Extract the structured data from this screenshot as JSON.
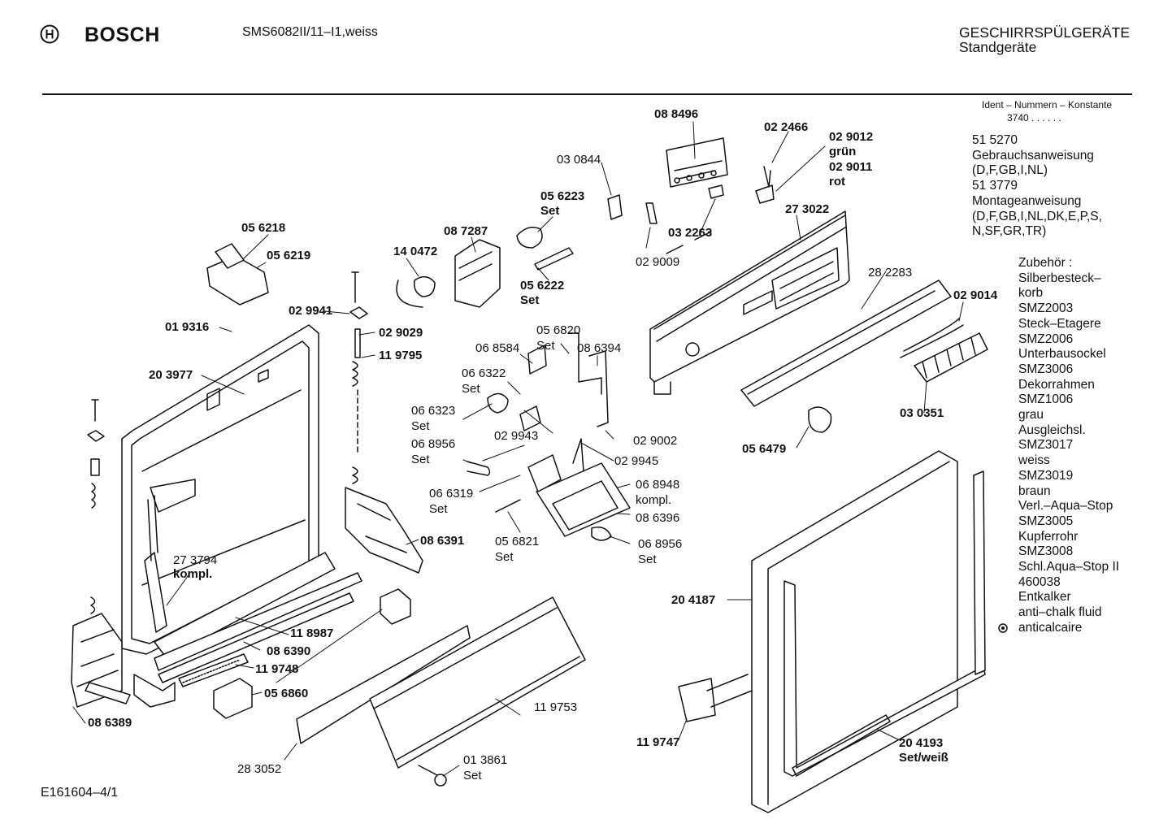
{
  "header": {
    "brand": "BOSCH",
    "model": "SMS6082II/11–I1,weiss",
    "category": "GESCHIRRSPÜLGERÄTE",
    "subcategory": "Standgeräte"
  },
  "ident": {
    "heading": "Ident – Nummern – Konstante",
    "value": "3740 .  .  .  .  .  ."
  },
  "documents": [
    "51 5270",
    "Gebrauchsanweisung",
    "(D,F,GB,I,NL)",
    "51 3779",
    "Montageanweisung",
    "(D,F,GB,I,NL,DK,E,P,S,",
    " N,SF,GR,TR)"
  ],
  "accessories": [
    "Zubehör :",
    "Silberbesteck–",
    "korb",
    "SMZ2003",
    "Steck–Etagere",
    "SMZ2006",
    "Unterbausockel",
    "SMZ3006",
    "Dekorrahmen",
    "SMZ1006",
    "grau",
    "Ausgleichsl.",
    "SMZ3017",
    "weiss",
    "SMZ3019",
    "braun",
    "Verl.–Aqua–Stop",
    "SMZ3005",
    "Kupferrohr",
    "SMZ3008",
    "Schl.Aqua–Stop II",
    "460038",
    "Entkalker",
    "anti–chalk fluid",
    "anticalcaire"
  ],
  "parts": {
    "p088496": "08 8496",
    "p022466": "02 2466",
    "p029012": "02 9012",
    "p029012_color": "grün",
    "p029011": "02 9011",
    "p029011_color": "rot",
    "p030844": "03 0844",
    "p056223": "05 6223",
    "p056223_set": "Set",
    "p032263": "03 2263",
    "p273022": "27 3022",
    "p087287": "08 7287",
    "p140472": "14 0472",
    "p029009": "02 9009",
    "p056222": "05 6222",
    "p056222_set": "Set",
    "p056218": "05 6218",
    "p056219": "05 6219",
    "p029941": "02 9941",
    "p019316": "01 9316",
    "p029029": "02 9029",
    "p119795": "11 9795",
    "p203977": "20 3977",
    "p056820": "05 6820",
    "p056820_set": "Set",
    "p068584": "06 8584",
    "p086394": "08 6394",
    "p066322": "06 6322",
    "p066322_set": "Set",
    "p066323": "06 6323",
    "p066323_set": "Set",
    "p068956a": "06 8956",
    "p068956a_set": "Set",
    "p029943": "02 9943",
    "p029002": "02 9002",
    "p029945": "02 9945",
    "p066319": "06 6319",
    "p066319_set": "Set",
    "p068948": "06 8948",
    "p068948_sub": "kompl.",
    "p086396": "08 6396",
    "p056821": "05 6821",
    "p056821_set": "Set",
    "p068956b": "06 8956",
    "p068956b_set": "Set",
    "p282283": "28 2283",
    "p029014": "02 9014",
    "p030351": "03 0351",
    "p056479": "05 6479",
    "p086391": "08 6391",
    "p273794": "27 3794",
    "p273794_sub": "kompl.",
    "p118987": "11 8987",
    "p086390": "08 6390",
    "p119748": "11 9748",
    "p056860": "05 6860",
    "p086389": "08 6389",
    "p119753": "11 9753",
    "p283052": "28 3052",
    "p013861": "01 3861",
    "p013861_set": "Set",
    "p204187": "20 4187",
    "p119747": "11 9747",
    "p204193": "20 4193",
    "p204193_sub": "Set/weiß"
  },
  "footer": {
    "drawing_id": "E161604–4/1"
  }
}
